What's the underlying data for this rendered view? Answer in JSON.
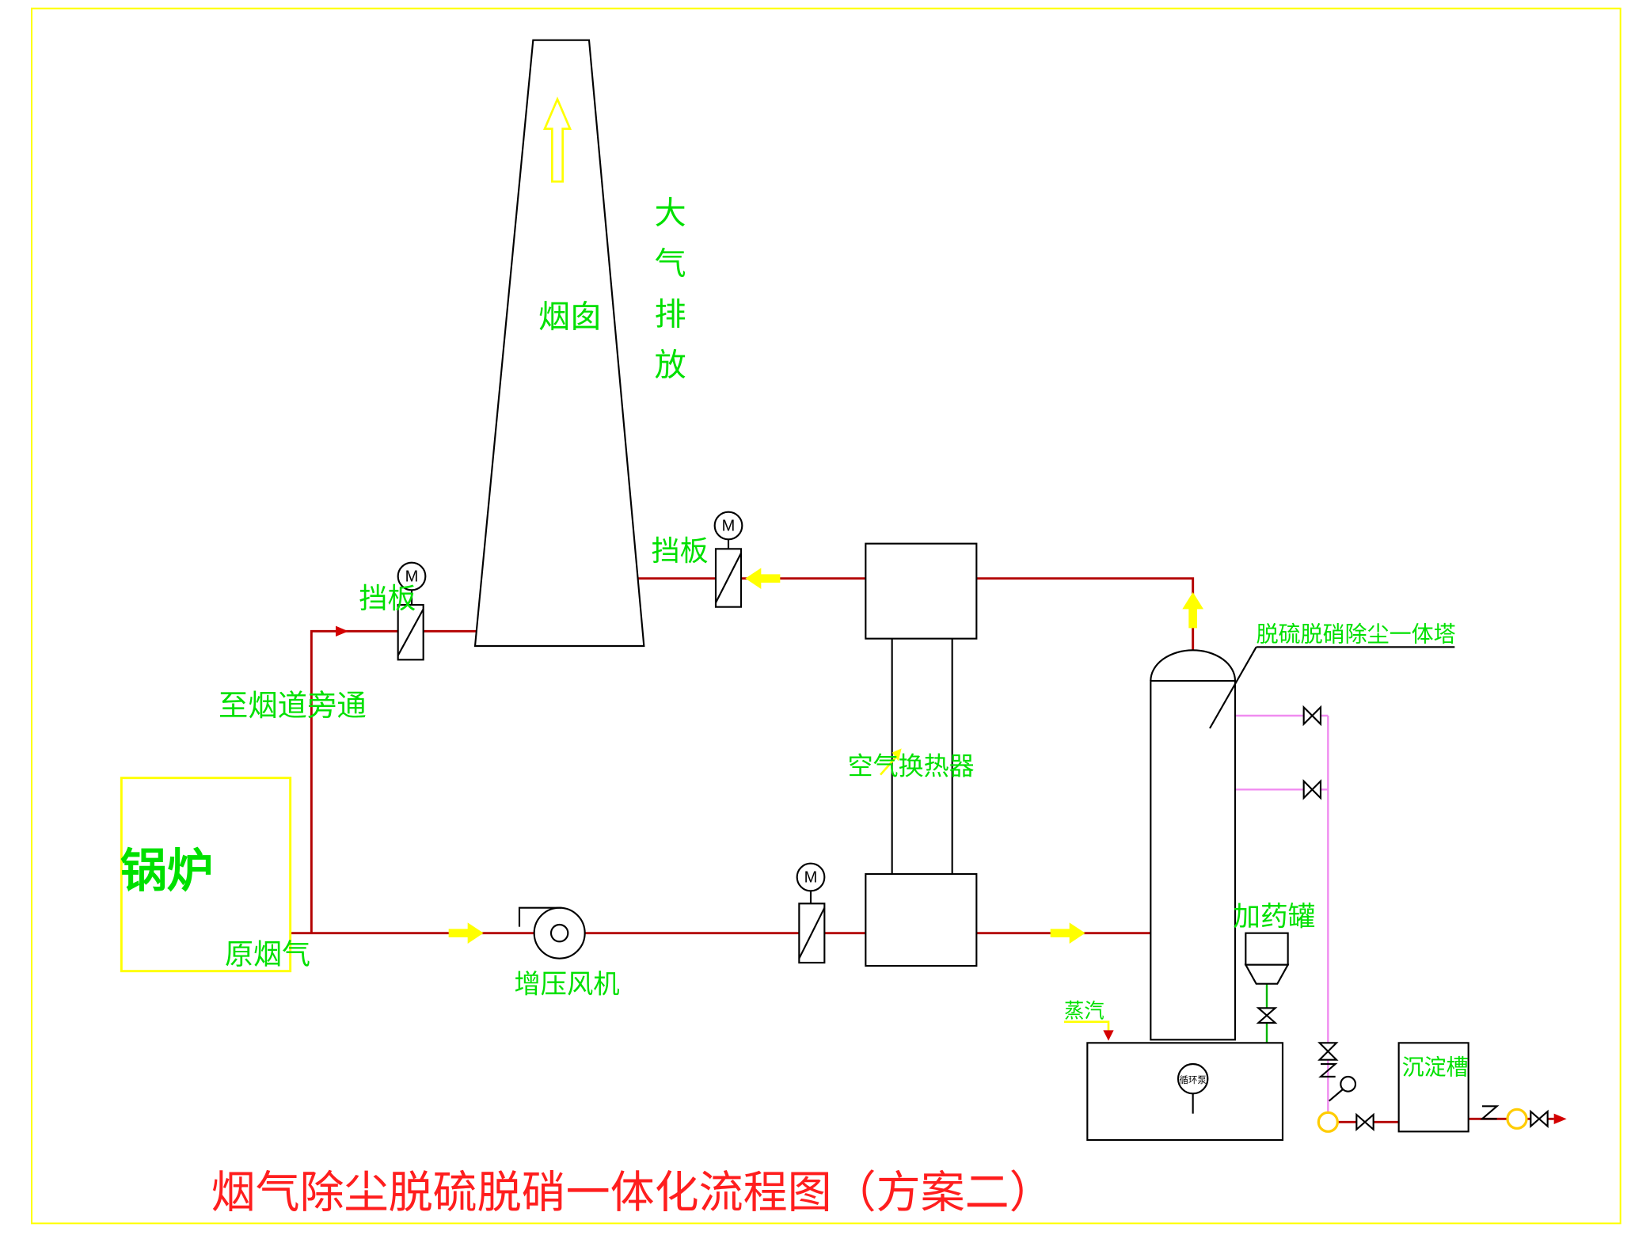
{
  "title": "烟气除尘脱硫脱硝一体化流程图（方案二）",
  "equipment": {
    "boiler": "锅炉",
    "chimney": "烟囱",
    "booster_fan": "增压风机",
    "air_heat_exchanger": "空气换热器",
    "tower": "脱硫脱硝除尘一体塔",
    "dosing_tank": "加药罐",
    "sedimentation_tank": "沉淀槽",
    "circulation_pump": "循环泵"
  },
  "labels": {
    "atmosphere_chars": [
      "大",
      "气",
      "排",
      "放"
    ],
    "damper_bypass": "挡板",
    "damper_outlet": "挡板",
    "to_flue_bypass": "至烟道旁通",
    "raw_flue_gas": "原烟气",
    "steam": "蒸汽",
    "motor": "M"
  },
  "colors": {
    "pipe_red": "#b40000",
    "arrow_yellow": "#ffff00",
    "label_green": "#00e000",
    "title_red": "#ff1e1e",
    "aux_magenta": "#f08cf0",
    "dosing_line_green": "#00b400",
    "equipment_black": "#000000",
    "boiler_outline_yellow": "#ffff00",
    "background": "#ffffff"
  }
}
